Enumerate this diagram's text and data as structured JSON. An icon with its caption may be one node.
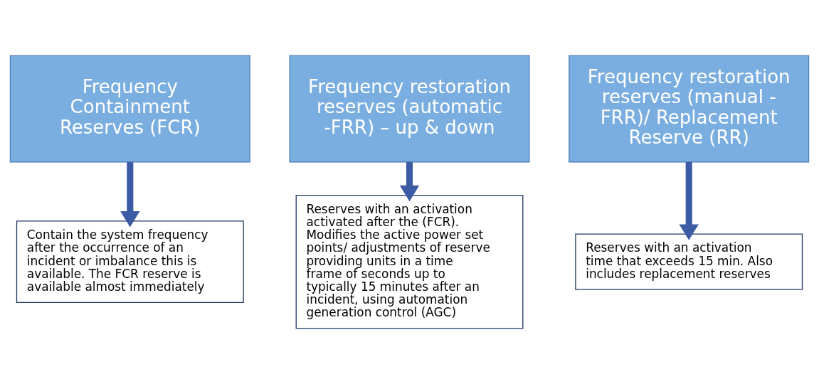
{
  "diagram": {
    "nodes": [
      {
        "text": [
          "Frequency Containment Reserves (FCR)"
        ]
      },
      {
        "text": [
          "Frequency restoration reserves (automatic -FRR) – up & down"
        ]
      },
      {
        "text": [
          "Frequency restoration reserves (manual - FRR)/ Replacement Reserve (RR)"
        ]
      },
      {
        "text": [
          "Contain the system frequency after the occurrence of an incident or imbalance this is available. The FCR reserve is available almost immediately"
        ]
      },
      {
        "text": [
          "Reserves with an activation activated after the (FCR). Modifies the active power set points/ adjustments of reserve providing units in a time frame of seconds up to typically 15 minutes after an incident, using automation generation control (AGC)"
        ]
      },
      {
        "text": [
          "Reserves with an activation time that exceeds 15 min. Also includes replacement reserves"
        ]
      }
    ],
    "edges": [
      {
        "from": 0,
        "to": 3,
        "arrow": "to"
      },
      {
        "from": 1,
        "to": 4,
        "arrow": "to"
      },
      {
        "from": 2,
        "to": 5,
        "arrow": "to"
      }
    ]
  }
}
